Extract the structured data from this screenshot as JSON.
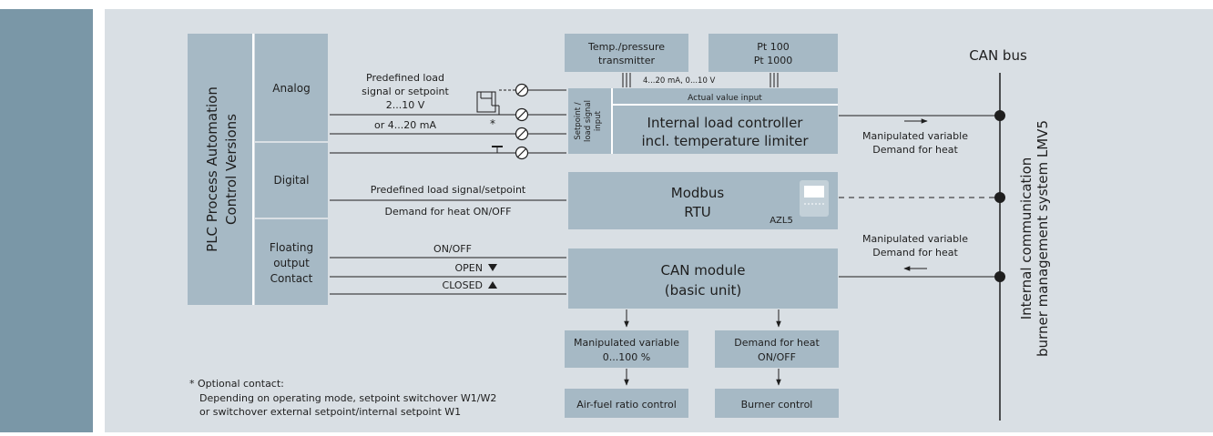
{
  "plc": {
    "title_line1": "PLC Process Automation",
    "title_line2": "Control Versions"
  },
  "inputs": {
    "analog": "Analog",
    "digital": "Digital",
    "floating_1": "Floating",
    "floating_2": "output",
    "floating_3": "Contact"
  },
  "boxes": {
    "temp_1": "Temp./pressure",
    "temp_2": "transmitter",
    "pt_1": "Pt 100",
    "pt_2": "Pt 1000",
    "actual_value": "Actual value input",
    "setpoint_1": "Setpoint /",
    "setpoint_2": "load signal",
    "setpoint_3": "input",
    "controller_1": "Internal load controller",
    "controller_2": "incl. temperature limiter",
    "modbus_1": "Modbus",
    "modbus_2": "RTU",
    "azl5": "AZL5",
    "can_1": "CAN module",
    "can_2": "(basic unit)",
    "manip_1": "Manipulated variable",
    "manip_2": "0...100 %",
    "demand_1": "Demand for heat",
    "demand_2": "ON/OFF",
    "airfuel": "Air-fuel ratio control",
    "burner": "Burner control"
  },
  "labels": {
    "signal_range": "4...20 mA, 0...10 V",
    "predef_1": "Predefined load",
    "predef_2": "signal or setpoint",
    "predef_3": "2...10 V",
    "ma_range": "or 4...20 mA",
    "star": "*",
    "predef_modbus": "Predefined load signal/setpoint",
    "demand_onoff": "Demand for heat ON/OFF",
    "onoff": "ON/OFF",
    "open": "OPEN",
    "closed": "CLOSED",
    "mv_top_1": "Manipulated variable",
    "mv_top_2": "Demand for heat",
    "mv_bot_1": "Manipulated variable",
    "mv_bot_2": "Demand for heat",
    "can_bus": "CAN bus",
    "internal_1": "Internal communication",
    "internal_2": "burner management system LMV5"
  },
  "footnote": {
    "line1": "* Optional contact:",
    "line2": "Depending on operating mode, setpoint switchover W1/W2",
    "line3": "or switchover external setpoint/internal setpoint W1"
  },
  "colors": {
    "page_bg": "#d9dfe4",
    "sidebar": "#7a97a7",
    "box": "#a6b9c5",
    "line": "#1e1e1e"
  }
}
